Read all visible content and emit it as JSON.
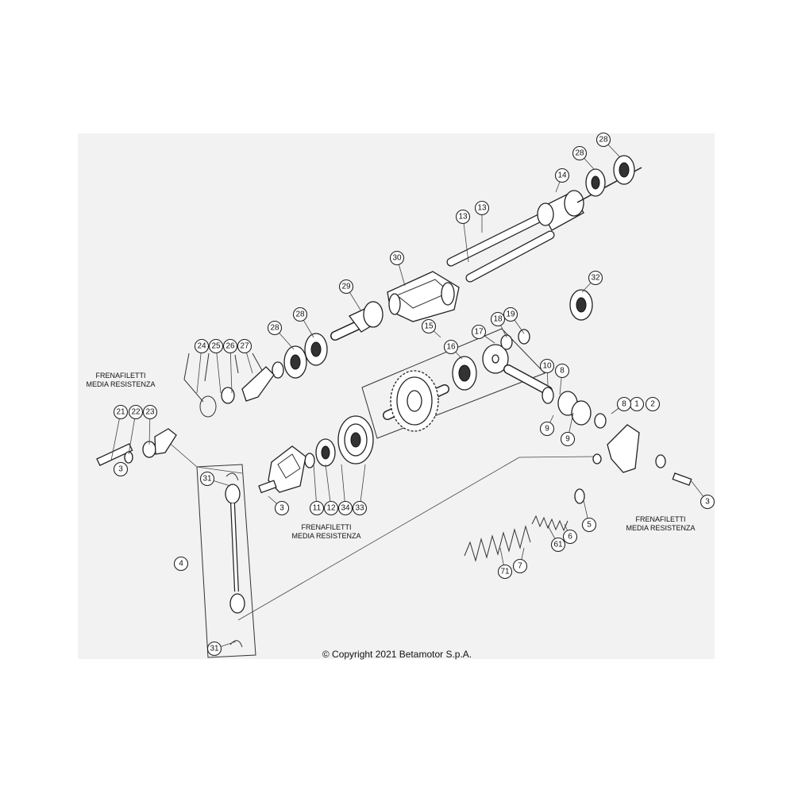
{
  "callouts": [
    "1",
    "2",
    "3",
    "3",
    "3",
    "4",
    "5",
    "6",
    "7",
    "8",
    "8",
    "9",
    "9",
    "10",
    "11",
    "12",
    "13",
    "13",
    "14",
    "15",
    "16",
    "17",
    "18",
    "19",
    "21",
    "22",
    "23",
    "24",
    "25",
    "26",
    "27",
    "28",
    "28",
    "28",
    "28",
    "29",
    "30",
    "31",
    "31",
    "32",
    "33",
    "34",
    "61",
    "71"
  ],
  "notes": [
    {
      "line1": "FRENAFILETTI",
      "line2": "MEDIA RESISTENZA"
    },
    {
      "line1": "FRENAFILETTI",
      "line2": "MEDIA RESISTENZA"
    },
    {
      "line1": "FRENAFILETTI",
      "line2": "MEDIA RESISTENZA"
    }
  ],
  "copyright": "© Copyright 2021 Betamotor S.p.A."
}
